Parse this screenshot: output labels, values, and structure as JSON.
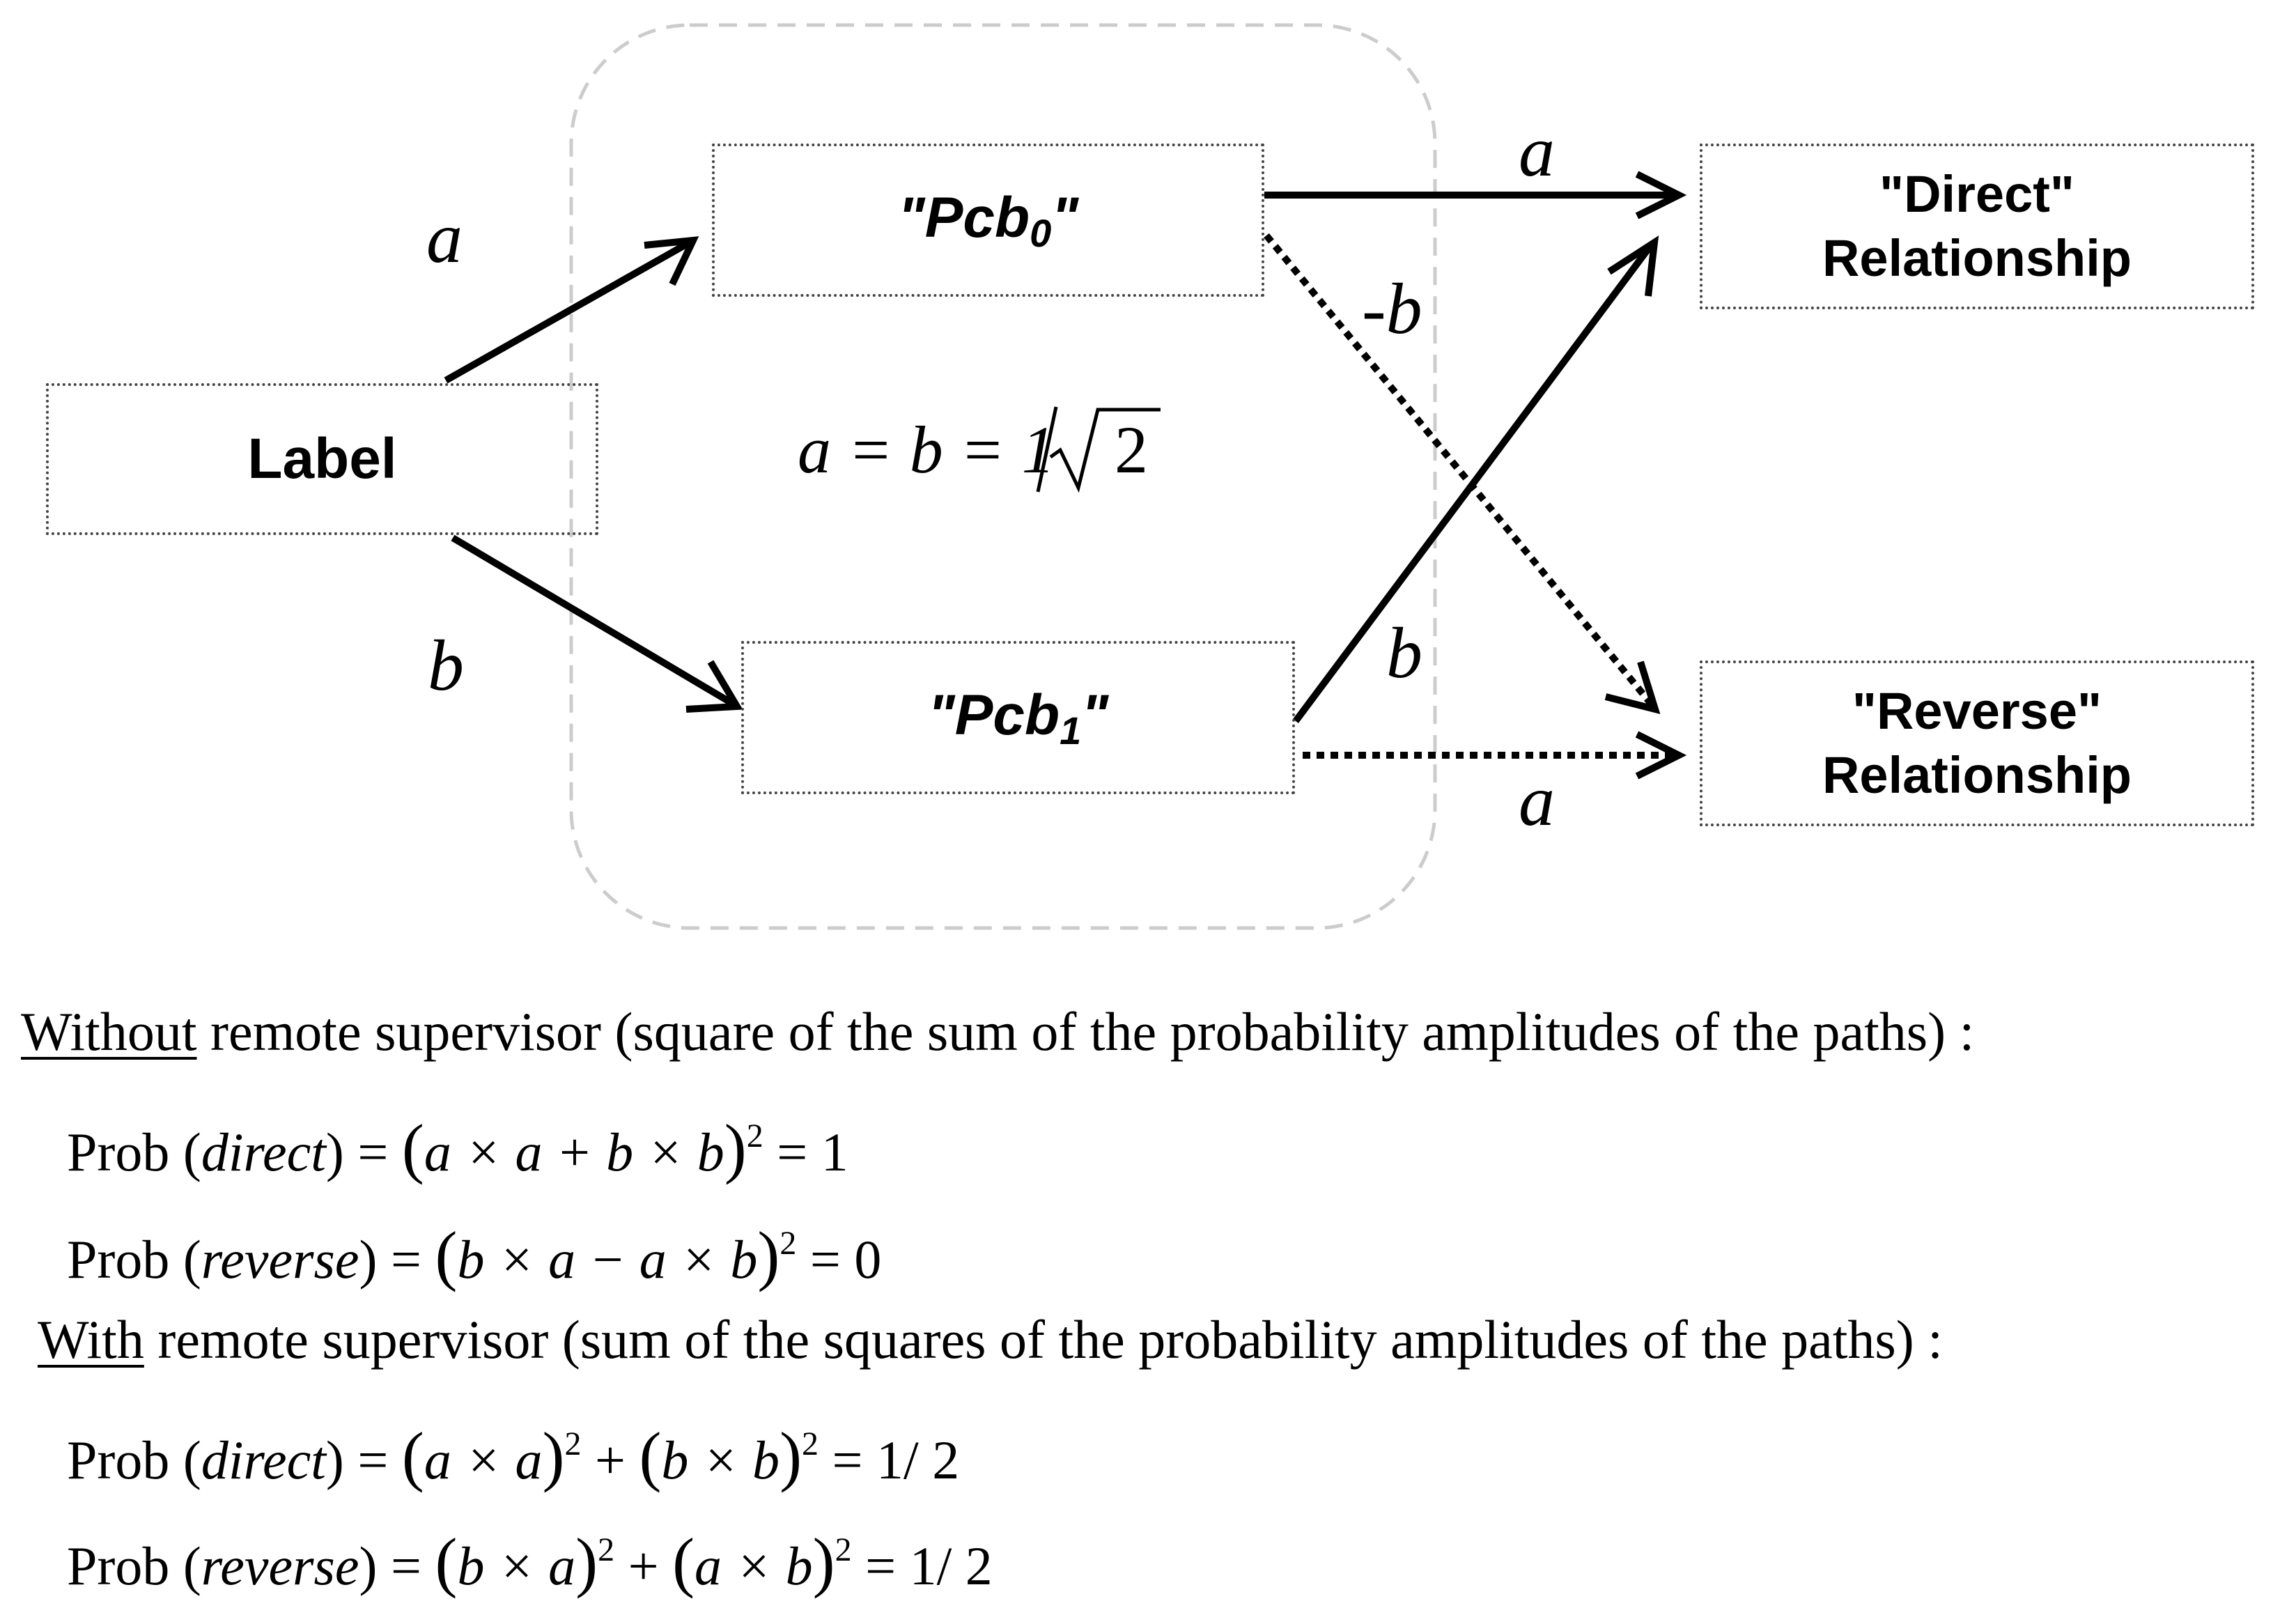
{
  "diagram": {
    "nodes": {
      "label": "Label",
      "pcb0_prefix": "\"Pcb",
      "pcb0_sub": "0",
      "pcb0_suffix": "\"",
      "pcb1_prefix": "\"Pcb",
      "pcb1_sub": "1",
      "pcb1_suffix": "\"",
      "direct_line1": "\"Direct\"",
      "direct_line2": "Relationship",
      "reverse_line1": "\"Reverse\"",
      "reverse_line2": "Relationship"
    },
    "edge_labels": {
      "label_to_pcb0": "a",
      "label_to_pcb1": "b",
      "pcb0_to_direct": "a",
      "pcb0_to_reverse": "-b",
      "pcb1_to_direct": "b",
      "pcb1_to_reverse": "a"
    },
    "center_equation": {
      "lhs": "a = b = 1",
      "slash": "/",
      "radical": "√",
      "radicand": "2"
    },
    "colors": {
      "box_border": "#444444",
      "arrow": "#000000",
      "group_border": "#cccccc"
    }
  },
  "text": {
    "without": {
      "heading_underlined": "Without",
      "heading_rest": " remote supervisor (square  of the sum of the probability amplitudes of the paths) :",
      "eq1": {
        "prob": "Prob ",
        "arg": "direct",
        "body": "a × a + b × b",
        "exp": "2",
        "result": " = 1"
      },
      "eq2": {
        "prob": "Prob ",
        "arg": "reverse",
        "body": "b × a − a × b",
        "exp": "2",
        "result": " = 0"
      }
    },
    "with": {
      "heading_underlined": "With",
      "heading_rest": " remote supervisor (sum of the squares of the probability amplitudes of the paths) :",
      "eq3": {
        "prob": "Prob ",
        "arg": "direct",
        "term1": "a × a",
        "exp1": "2",
        "plus": " + ",
        "term2": "b × b",
        "exp2": "2",
        "result": " = 1/ 2"
      },
      "eq4": {
        "prob": "Prob ",
        "arg": "reverse",
        "term1": "b × a",
        "exp1": "2",
        "plus": " + ",
        "term2": "a × b",
        "exp2": "2",
        "result": " = 1/ 2"
      }
    }
  }
}
